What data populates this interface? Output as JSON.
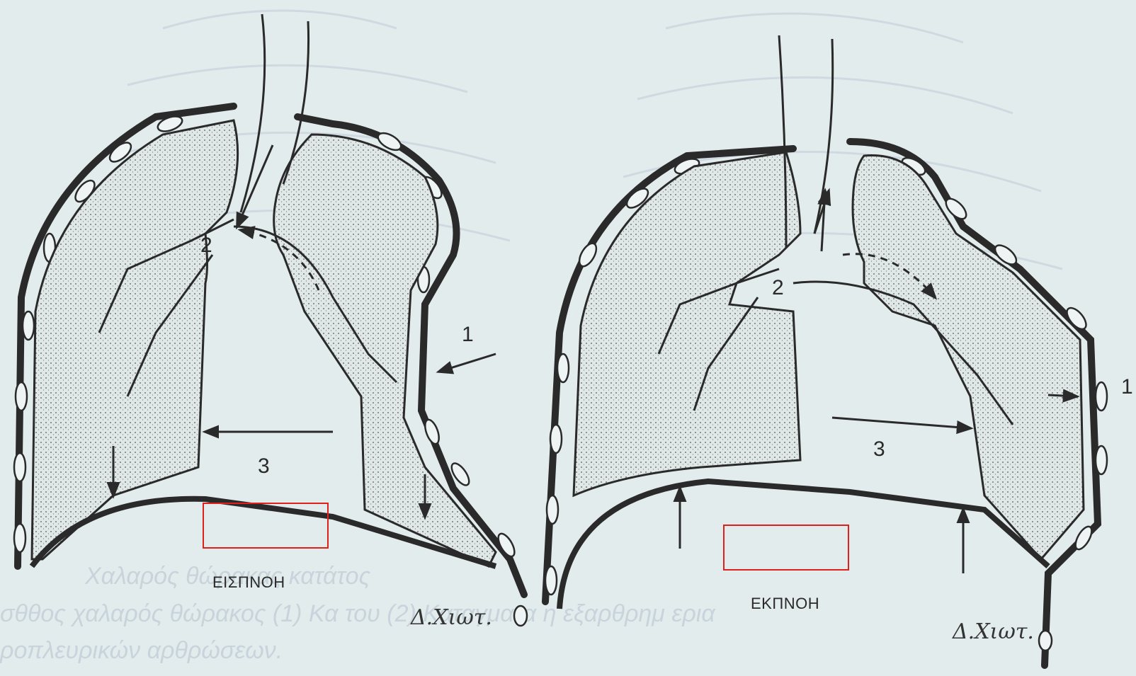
{
  "background_text": {
    "line1": "Χαλαρός θώρακας κατάτος",
    "line2": "σθθος χαλαρός θώρακος (1) Κα          του (2) Καταγματα η εξαρθρημ         ερια",
    "line3": "ροπλευρικών αρθρώσεων."
  },
  "panels": [
    {
      "id": "inspiration",
      "caption": "ΕΙΣΠΝΟΗ",
      "labels": {
        "chest_wall": "1",
        "airway": "2",
        "mediastinum": "3"
      },
      "signature": "Δ.Χιωτ."
    },
    {
      "id": "expiration",
      "caption": "ΕΚΠΝΟΗ",
      "labels": {
        "chest_wall": "1",
        "airway": "2",
        "mediastinum": "3"
      },
      "signature": "Δ.Χιωτ."
    }
  ],
  "colors": {
    "highlight_box": "#e0201b",
    "ink": "#2a2a2a",
    "lung_fill": "#d6dede"
  }
}
